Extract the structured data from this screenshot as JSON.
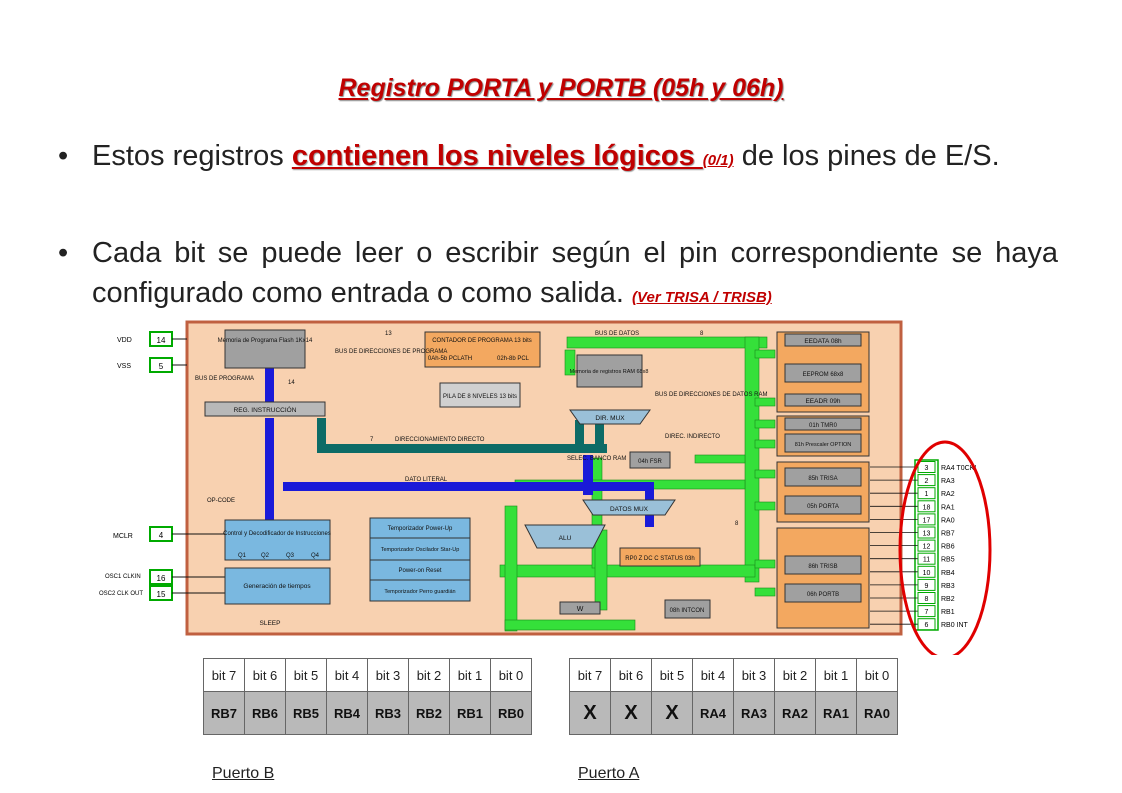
{
  "title": "Registro PORTA y PORTB (05h y 06h)",
  "bullets": [
    {
      "pre": "Estos registros ",
      "highlight": "contienen los niveles lógicos ",
      "note": "(0/1)",
      "post": " de los pines de E/S."
    },
    {
      "pre": "Cada bit se puede leer o escribir según el pin correspondiente se haya configurado como entrada o como salida. ",
      "note": "(Ver TRISA / TRISB)"
    }
  ],
  "diagram": {
    "left_pins": [
      {
        "label": "VDD",
        "num": "14"
      },
      {
        "label": "VSS",
        "num": "5"
      },
      {
        "label": "MCLR",
        "num": "4"
      },
      {
        "label": "OSC1 CLKIN",
        "num": "16"
      },
      {
        "label": "OSC2 CLK OUT",
        "num": "15"
      }
    ],
    "right_pins": [
      {
        "num": "3",
        "label": "RA4 T0CKI"
      },
      {
        "num": "2",
        "label": "RA3"
      },
      {
        "num": "1",
        "label": "RA2"
      },
      {
        "num": "18",
        "label": "RA1"
      },
      {
        "num": "17",
        "label": "RA0"
      },
      {
        "num": "13",
        "label": "RB7"
      },
      {
        "num": "12",
        "label": "RB6"
      },
      {
        "num": "11",
        "label": "RB5"
      },
      {
        "num": "10",
        "label": "RB4"
      },
      {
        "num": "9",
        "label": "RB3"
      },
      {
        "num": "8",
        "label": "RB2"
      },
      {
        "num": "7",
        "label": "RB1"
      },
      {
        "num": "6",
        "label": "RB0 INT"
      }
    ],
    "flash": "Memoria de Programa Flash 1Kx14",
    "counter": "CONTADOR DE PROGRAMA 13 bits",
    "pclath": "0Ah-5b PCLATH",
    "pcl": "02h-8b PCL",
    "stack": "PILA DE 8 NIVELES 13 bits",
    "ram": "Memoria de registros RAM 68x8",
    "bus_datos": "BUS DE DATOS",
    "bus_dir_prog": "BUS DE DIRECCIONES DE PROGRAMA",
    "bus_programa": "BUS DE PROGRAMA",
    "bus_dir_ram": "BUS DE DIRECCIONES DE DATOS RAM",
    "reg_instr": "REG. INSTRUCCIÓN",
    "dir_mux": "DIR. MUX",
    "dir_directo": "DIRECCIONAMIENTO DIRECTO",
    "dir_indirecto": "DIREC. INDIRECTO",
    "selec_banco": "SELEC. BANCO RAM",
    "fsr": "04h FSR",
    "dato_literal": "DATO LITERAL",
    "op_code": "OP-CODE",
    "datos_mux": "DATOS MUX",
    "alu": "ALU",
    "status": "RP0 Z DC C STATUS 03h",
    "w": "W",
    "intcon": "08h INTCON",
    "control": "Control y Decodificador de Instrucciones",
    "tiempos": "Generación de tiempos",
    "sleep": "SLEEP",
    "timers": [
      "Temporizador Power-Up",
      "Temporizador Oscilador Star-Up",
      "Power-on Reset",
      "Temporizador Perro guardián"
    ],
    "eedata": "EEDATA 08h",
    "eeprom": "EEPROM 68x8",
    "eeadr": "EEADR 09h",
    "tmr0": "01h TMR0",
    "option": "81h Prescaler OPTION",
    "trisa": "85h TRISA",
    "porta": "05h PORTA",
    "trisb": "86h TRISB",
    "portb": "06h PORTB",
    "num_13": "13",
    "num_8": "8",
    "num_14": "14",
    "num_7": "7",
    "q": [
      "Q1",
      "Q2",
      "Q3",
      "Q4"
    ]
  },
  "puerto_b": {
    "bits": [
      "bit 7",
      "bit 6",
      "bit 5",
      "bit 4",
      "bit 3",
      "bit 2",
      "bit 1",
      "bit 0"
    ],
    "values": [
      "RB7",
      "RB6",
      "RB5",
      "RB4",
      "RB3",
      "RB2",
      "RB1",
      "RB0"
    ],
    "caption": "Puerto B"
  },
  "puerto_a": {
    "bits": [
      "bit 7",
      "bit 6",
      "bit 5",
      "bit 4",
      "bit 3",
      "bit 2",
      "bit 1",
      "bit 0"
    ],
    "values": [
      "X",
      "X",
      "X",
      "RA4",
      "RA3",
      "RA2",
      "RA1",
      "RA0"
    ],
    "caption": "Puerto A"
  },
  "colors": {
    "title": "#c00000",
    "panel": "#f8d1b0",
    "bus_green": "#35e03a",
    "bus_blue": "#1a1ad8",
    "bus_teal": "#0d6b66",
    "circle": "#e00000"
  }
}
